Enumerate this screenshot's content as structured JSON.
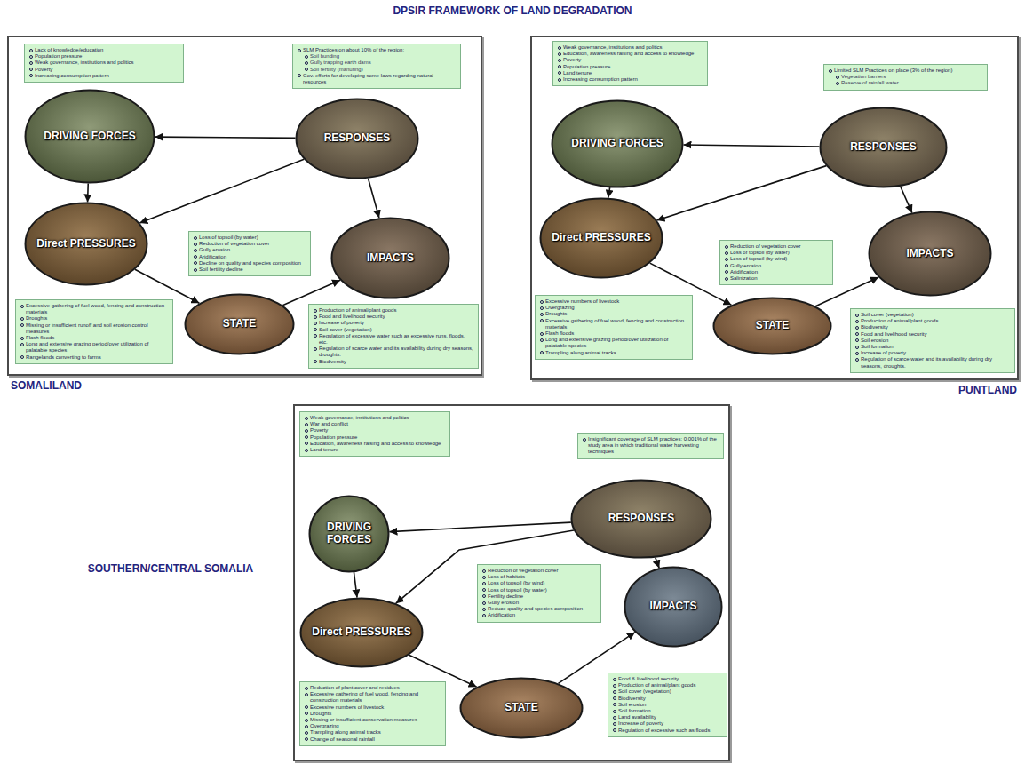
{
  "diagram": {
    "title": "DPSIR FRAMEWORK OF LAND DEGRADATION",
    "nodes": [
      {
        "text": [
          "SOMALILAND"
        ]
      },
      {
        "text": [
          "Lack of knowledge/education",
          "Population pressure",
          "Weak governance, institutions and politics",
          "Poverty",
          "Increasing consumption pattern"
        ],
        "in": 0
      },
      {
        "text": [
          "SLM Practices on about 10% of the region:",
          "Soil bunding",
          "Gully trapping earth dams",
          "Soil fertility (manuring)",
          "Gov. efforts for developing some laws regarding natural resources"
        ],
        "in": 0
      },
      {
        "text": [
          "DRIVING FORCES"
        ],
        "in": 0
      },
      {
        "text": [
          "RESPONSES"
        ],
        "in": 0
      },
      {
        "text": [
          "Direct PRESSURES"
        ],
        "in": 0
      },
      {
        "text": [
          "Loss of topsoil (by water)",
          "Reduction of vegetation cover",
          "Gully erosion",
          "Aridification",
          "Decline on quality and species composition",
          "Soil fertility decline"
        ],
        "in": 0
      },
      {
        "text": [
          "IMPACTS"
        ],
        "in": 0
      },
      {
        "text": [
          "Excessive gathering of fuel wood, fencing and construction materials",
          "Droughts",
          "Missing or insufficient runoff and soil erosion control measures",
          "Flash floods",
          "Long and extensive grazing period/over utilization of palatable species",
          "Rangelands converting to farms"
        ],
        "in": 0
      },
      {
        "text": [
          "STATE"
        ],
        "in": 0
      },
      {
        "text": [
          "Production of animal/plant goods",
          "Food and livelihood security",
          "Increase of poverty",
          "Soil cover (vegetation)",
          "Regulation of excessive water such as excessive runs, floods, etc.",
          "Regulation of scarce water and its availability during dry seasons, droughts.",
          "Biodiversity"
        ],
        "in": 0
      },
      {
        "text": [
          "PUNTLAND"
        ]
      },
      {
        "text": [
          "Weak governance, institutions and politics",
          "Education, awareness raising and access to knowledge",
          "Poverty",
          "Population pressure",
          "Land tenure",
          "Increasing consumption pattern"
        ],
        "in": 11
      },
      {
        "text": [
          "Limited SLM Practices on place (3% of the region)",
          "Vegetation barriers",
          "Reserve of rainfall water"
        ],
        "in": 11
      },
      {
        "text": [
          "DRIVING FORCES"
        ],
        "in": 11
      },
      {
        "text": [
          "RESPONSES"
        ],
        "in": 11
      },
      {
        "text": [
          "Direct PRESSURES"
        ],
        "in": 11
      },
      {
        "text": [
          "Reduction of vegetation cover",
          "Loss of topsoil (by water)",
          "Loss of topsoil (by wind)",
          "Gully erosion",
          "Aridification",
          "Salinization"
        ],
        "in": 11
      },
      {
        "text": [
          "IMPACTS"
        ],
        "in": 11
      },
      {
        "text": [
          "Excessive numbers of livestock",
          "Overgrazing",
          "Droughts",
          "Excessive gathering of fuel wood, fencing and construction materials",
          "Flash floods",
          "Long and extensive grazing period/over utilization of palatable species",
          "Trampling along animal tracks"
        ],
        "in": 11
      },
      {
        "text": [
          "STATE"
        ],
        "in": 11
      },
      {
        "text": [
          "Soil cover (vegetation)",
          "Production of animal/plant goods",
          "Biodiversity",
          "Food and livelihood security",
          "Soil erosion",
          "Soil formation",
          "Increase of poverty",
          "Regulation of scarce water and its availability during dry seasons, droughts."
        ],
        "in": 11
      },
      {
        "text": [
          "SOUTHERN/CENTRAL SOMALIA"
        ]
      },
      {
        "text": [
          "Weak governance, institutions and politics",
          "War and conflict",
          "Poverty",
          "Population pressure",
          "Education, awareness raising and access to knowledge",
          "Land tenure"
        ],
        "in": 22
      },
      {
        "text": [
          "Insignificant coverage of SLM practices: 0.001% of the study area in which traditional water harvesting techniques"
        ],
        "in": 22
      },
      {
        "text": [
          "DRIVING FORCES"
        ],
        "in": 22
      },
      {
        "text": [
          "RESPONSES"
        ],
        "in": 22
      },
      {
        "text": [
          "Direct PRESSURES"
        ],
        "in": 22
      },
      {
        "text": [
          "Reduction of vegetation cover",
          "Loss of habitats",
          "Loss of topsoil (by wind)",
          "Loss of topsoil (by water)",
          "Fertility decline",
          "Gully erosion",
          "Reduce quality and species composition",
          "Aridification"
        ],
        "in": 22
      },
      {
        "text": [
          "IMPACTS"
        ],
        "in": 22
      },
      {
        "text": [
          "Reduction of plant cover and residues",
          "Excessive gathering of fuel wood, fencing and construction materials",
          "Excessive numbers of livestock",
          "Droughts",
          "Missing or insufficient conservation measures",
          "Overgrazing",
          "Trampling along animal tracks",
          "Change of seasonal rainfall"
        ],
        "in": 22
      },
      {
        "text": [
          "STATE"
        ],
        "in": 22
      },
      {
        "text": [
          "Food & livelihood security",
          "Production of animal/plant goods",
          "Soil cover (vegetation)",
          "Biodiversity",
          "Soil erosion",
          "Soil formation",
          "Land availability",
          "Increase of poverty",
          "Regulation of excessive such as floods"
        ],
        "in": 22
      }
    ],
    "edges": [
      {
        "from": 4,
        "to": 3,
        "arrow": "to"
      },
      {
        "from": 4,
        "to": 5,
        "arrow": "to"
      },
      {
        "from": 4,
        "to": 7,
        "arrow": "to"
      },
      {
        "from": 3,
        "to": 5,
        "arrow": "to"
      },
      {
        "from": 5,
        "to": 9,
        "arrow": "to"
      },
      {
        "from": 9,
        "to": 7,
        "arrow": "to"
      },
      {
        "from": 15,
        "to": 14,
        "arrow": "to"
      },
      {
        "from": 15,
        "to": 16,
        "arrow": "to"
      },
      {
        "from": 15,
        "to": 18,
        "arrow": "to"
      },
      {
        "from": 14,
        "to": 16,
        "arrow": "to"
      },
      {
        "from": 16,
        "to": 20,
        "arrow": "to"
      },
      {
        "from": 20,
        "to": 18,
        "arrow": "to"
      },
      {
        "from": 26,
        "to": 25,
        "arrow": "to"
      },
      {
        "from": 26,
        "to": 27,
        "arrow": "to"
      },
      {
        "from": 26,
        "to": 29,
        "arrow": "to"
      },
      {
        "from": 25,
        "to": 27,
        "arrow": "to"
      },
      {
        "from": 27,
        "to": 31,
        "arrow": "to"
      },
      {
        "from": 31,
        "to": 29,
        "arrow": "to"
      }
    ]
  }
}
